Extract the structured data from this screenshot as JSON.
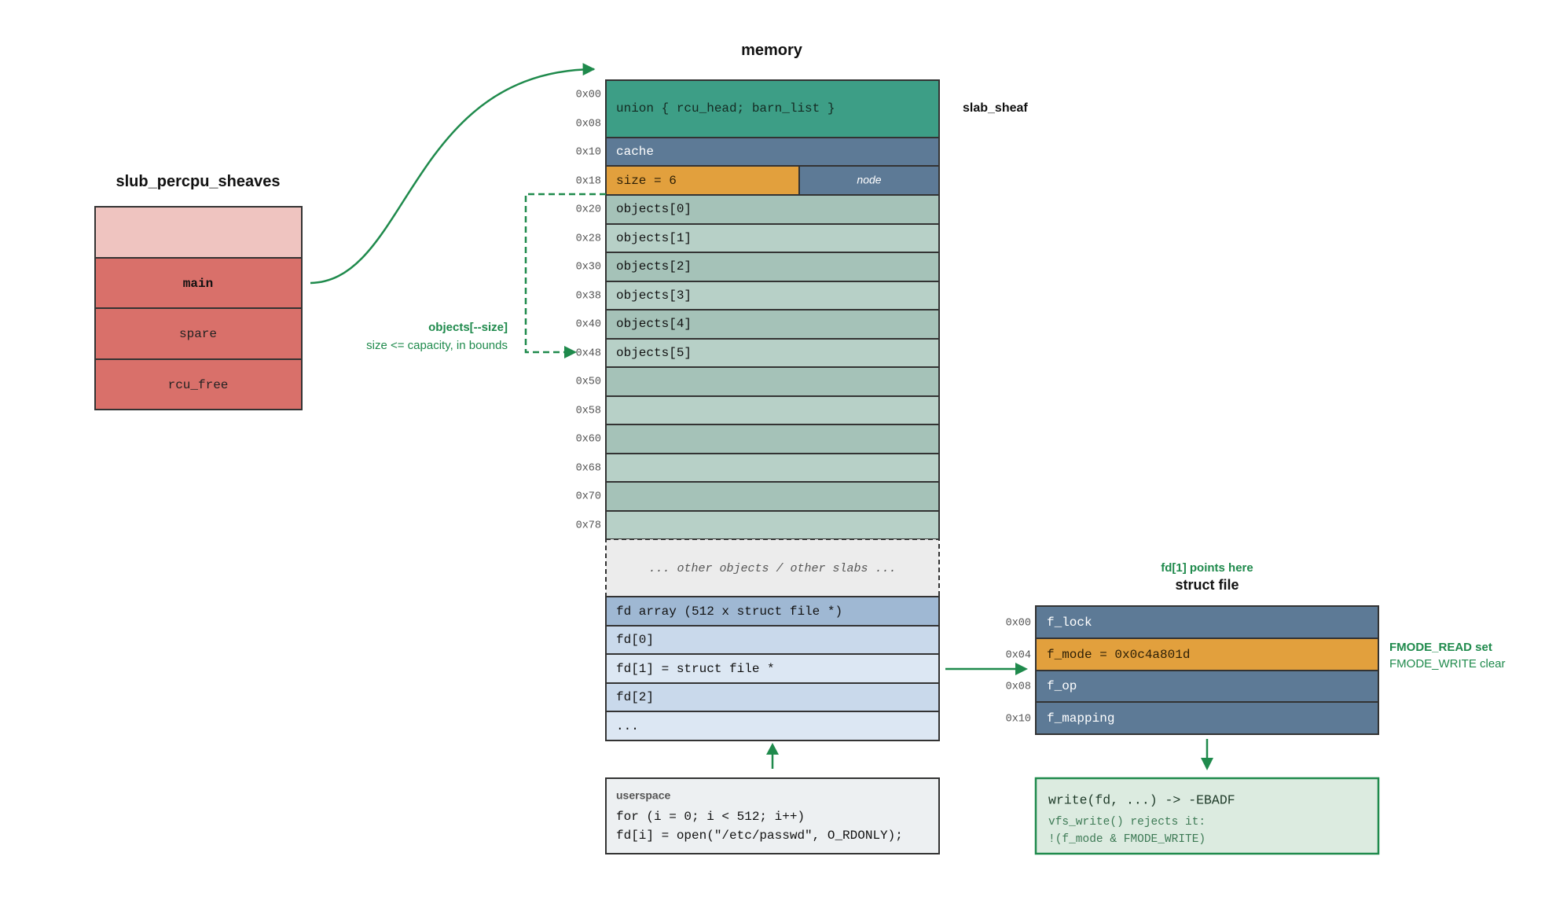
{
  "colors": {
    "teal": "#3d9e86",
    "slate": "#5d7a96",
    "orange": "#e2a03d",
    "sage_dark": "#a5c2b8",
    "sage_light": "#b7d0c7",
    "red": "#d9706a",
    "pink": "#efc4c0",
    "fd_header": "#9fb8d3",
    "fd_dark": "#c9d9eb",
    "fd_light": "#dce7f3",
    "gray_fill": "#ececec",
    "userspace_fill": "#edf0f2",
    "result_fill": "#dcebe0",
    "green": "#1f8a4c",
    "border": "#333333"
  },
  "sheaves": {
    "title": "slub_percpu_sheaves",
    "rows": [
      "",
      "main",
      "spare",
      "rcu_free"
    ]
  },
  "memory": {
    "title": "memory",
    "side_label": "slab_sheaf",
    "offsets": [
      "0x00",
      "0x08",
      "0x10",
      "0x18",
      "0x20",
      "0x28",
      "0x30",
      "0x38",
      "0x40",
      "0x48",
      "0x50",
      "0x58",
      "0x60",
      "0x68",
      "0x70",
      "0x78"
    ],
    "union_label": "union { rcu_head; barn_list }",
    "cache_label": "cache",
    "size_label": "size = 6",
    "node_label": "node",
    "objects": [
      "objects[0]",
      "objects[1]",
      "objects[2]",
      "objects[3]",
      "objects[4]",
      "objects[5]",
      "",
      "",
      "",
      "",
      "",
      ""
    ],
    "other_label": "... other objects / other slabs ...",
    "fd_rows": [
      "fd array (512 x struct file *)",
      "fd[0]",
      "fd[1] = struct file *",
      "fd[2]",
      "..."
    ]
  },
  "annotation": {
    "bold": "objects[--size]",
    "normal": "size <= capacity, in bounds"
  },
  "userspace": {
    "title": "userspace",
    "lines": [
      "for (i = 0; i < 512; i++)",
      "fd[i] = open(\"/etc/passwd\", O_RDONLY);"
    ]
  },
  "struct_file": {
    "note": "fd[1] points here",
    "title": "struct file",
    "offsets": [
      "0x00",
      "0x04",
      "0x08",
      "0x10"
    ],
    "fields": [
      "f_lock",
      "f_mode = 0x0c4a801d",
      "f_op",
      "f_mapping"
    ],
    "side_bold": "FMODE_READ set",
    "side_normal": "FMODE_WRITE clear"
  },
  "result": {
    "line1": "write(fd, ...) -> -EBADF",
    "line2": "vfs_write() rejects it:",
    "line3": "!(f_mode & FMODE_WRITE)"
  }
}
